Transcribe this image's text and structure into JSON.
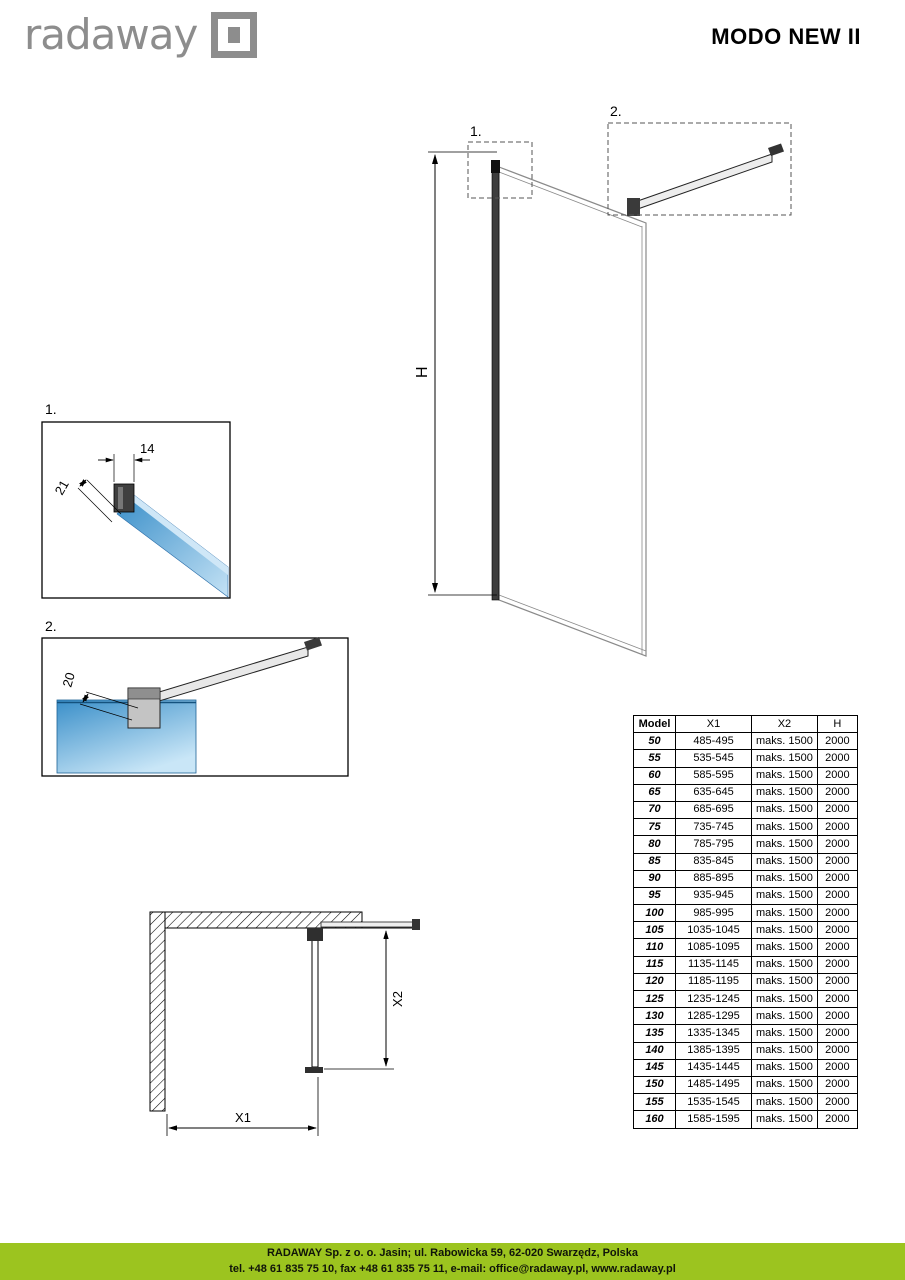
{
  "header": {
    "logo_text": "radaway",
    "title": "MODO NEW II"
  },
  "drawing": {
    "h_label": "H",
    "callout_1": "1.",
    "callout_2": "2."
  },
  "detail_1": {
    "label": "1.",
    "dim_width": "14",
    "dim_depth": "21"
  },
  "detail_2": {
    "label": "2.",
    "dim_offset": "20"
  },
  "plan": {
    "dim_x1": "X1",
    "dim_x2": "X2"
  },
  "table": {
    "headers": [
      "Model",
      "X1",
      "X2",
      "H"
    ],
    "rows": [
      [
        "50",
        "485-495",
        "maks. 1500",
        "2000"
      ],
      [
        "55",
        "535-545",
        "maks. 1500",
        "2000"
      ],
      [
        "60",
        "585-595",
        "maks. 1500",
        "2000"
      ],
      [
        "65",
        "635-645",
        "maks. 1500",
        "2000"
      ],
      [
        "70",
        "685-695",
        "maks. 1500",
        "2000"
      ],
      [
        "75",
        "735-745",
        "maks. 1500",
        "2000"
      ],
      [
        "80",
        "785-795",
        "maks. 1500",
        "2000"
      ],
      [
        "85",
        "835-845",
        "maks. 1500",
        "2000"
      ],
      [
        "90",
        "885-895",
        "maks. 1500",
        "2000"
      ],
      [
        "95",
        "935-945",
        "maks. 1500",
        "2000"
      ],
      [
        "100",
        "985-995",
        "maks. 1500",
        "2000"
      ],
      [
        "105",
        "1035-1045",
        "maks. 1500",
        "2000"
      ],
      [
        "110",
        "1085-1095",
        "maks. 1500",
        "2000"
      ],
      [
        "115",
        "1135-1145",
        "maks. 1500",
        "2000"
      ],
      [
        "120",
        "1185-1195",
        "maks. 1500",
        "2000"
      ],
      [
        "125",
        "1235-1245",
        "maks. 1500",
        "2000"
      ],
      [
        "130",
        "1285-1295",
        "maks. 1500",
        "2000"
      ],
      [
        "135",
        "1335-1345",
        "maks. 1500",
        "2000"
      ],
      [
        "140",
        "1385-1395",
        "maks. 1500",
        "2000"
      ],
      [
        "145",
        "1435-1445",
        "maks. 1500",
        "2000"
      ],
      [
        "150",
        "1485-1495",
        "maks. 1500",
        "2000"
      ],
      [
        "155",
        "1535-1545",
        "maks. 1500",
        "2000"
      ],
      [
        "160",
        "1585-1595",
        "maks. 1500",
        "2000"
      ]
    ]
  },
  "footer": {
    "line1": "RADAWAY Sp. z o. o. Jasin; ul. Rabowicka 59, 62-020 Swarzędz, Polska",
    "line2": "tel. +48 61 835 75 10, fax +48 61 835 75 11, e-mail: office@radaway.pl, www.radaway.pl"
  },
  "colors": {
    "footer_green": "#9cc41f",
    "glass_blue": "#3a8fc9"
  }
}
